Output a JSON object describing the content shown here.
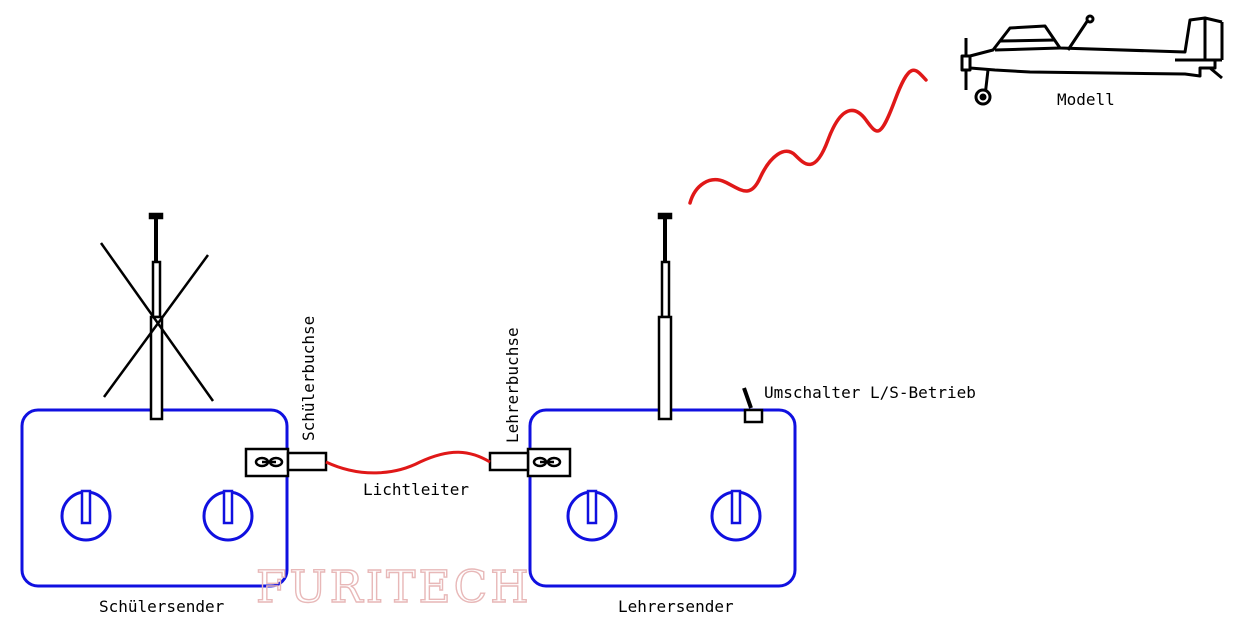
{
  "labels": {
    "model": "Modell",
    "student_transmitter": "Schülersender",
    "teacher_transmitter": "Lehrersender",
    "student_socket": "Schülerbuchse",
    "teacher_socket": "Lehrerbuchse",
    "fiber_cable": "Lichtleiter",
    "switch": "Umschalter L/S-Betrieb"
  },
  "watermark": "FURITECH",
  "colors": {
    "transmitter_outline": "#1010e0",
    "signal": "#e01818",
    "ink": "#000000",
    "watermark": "#e8b8b8"
  }
}
